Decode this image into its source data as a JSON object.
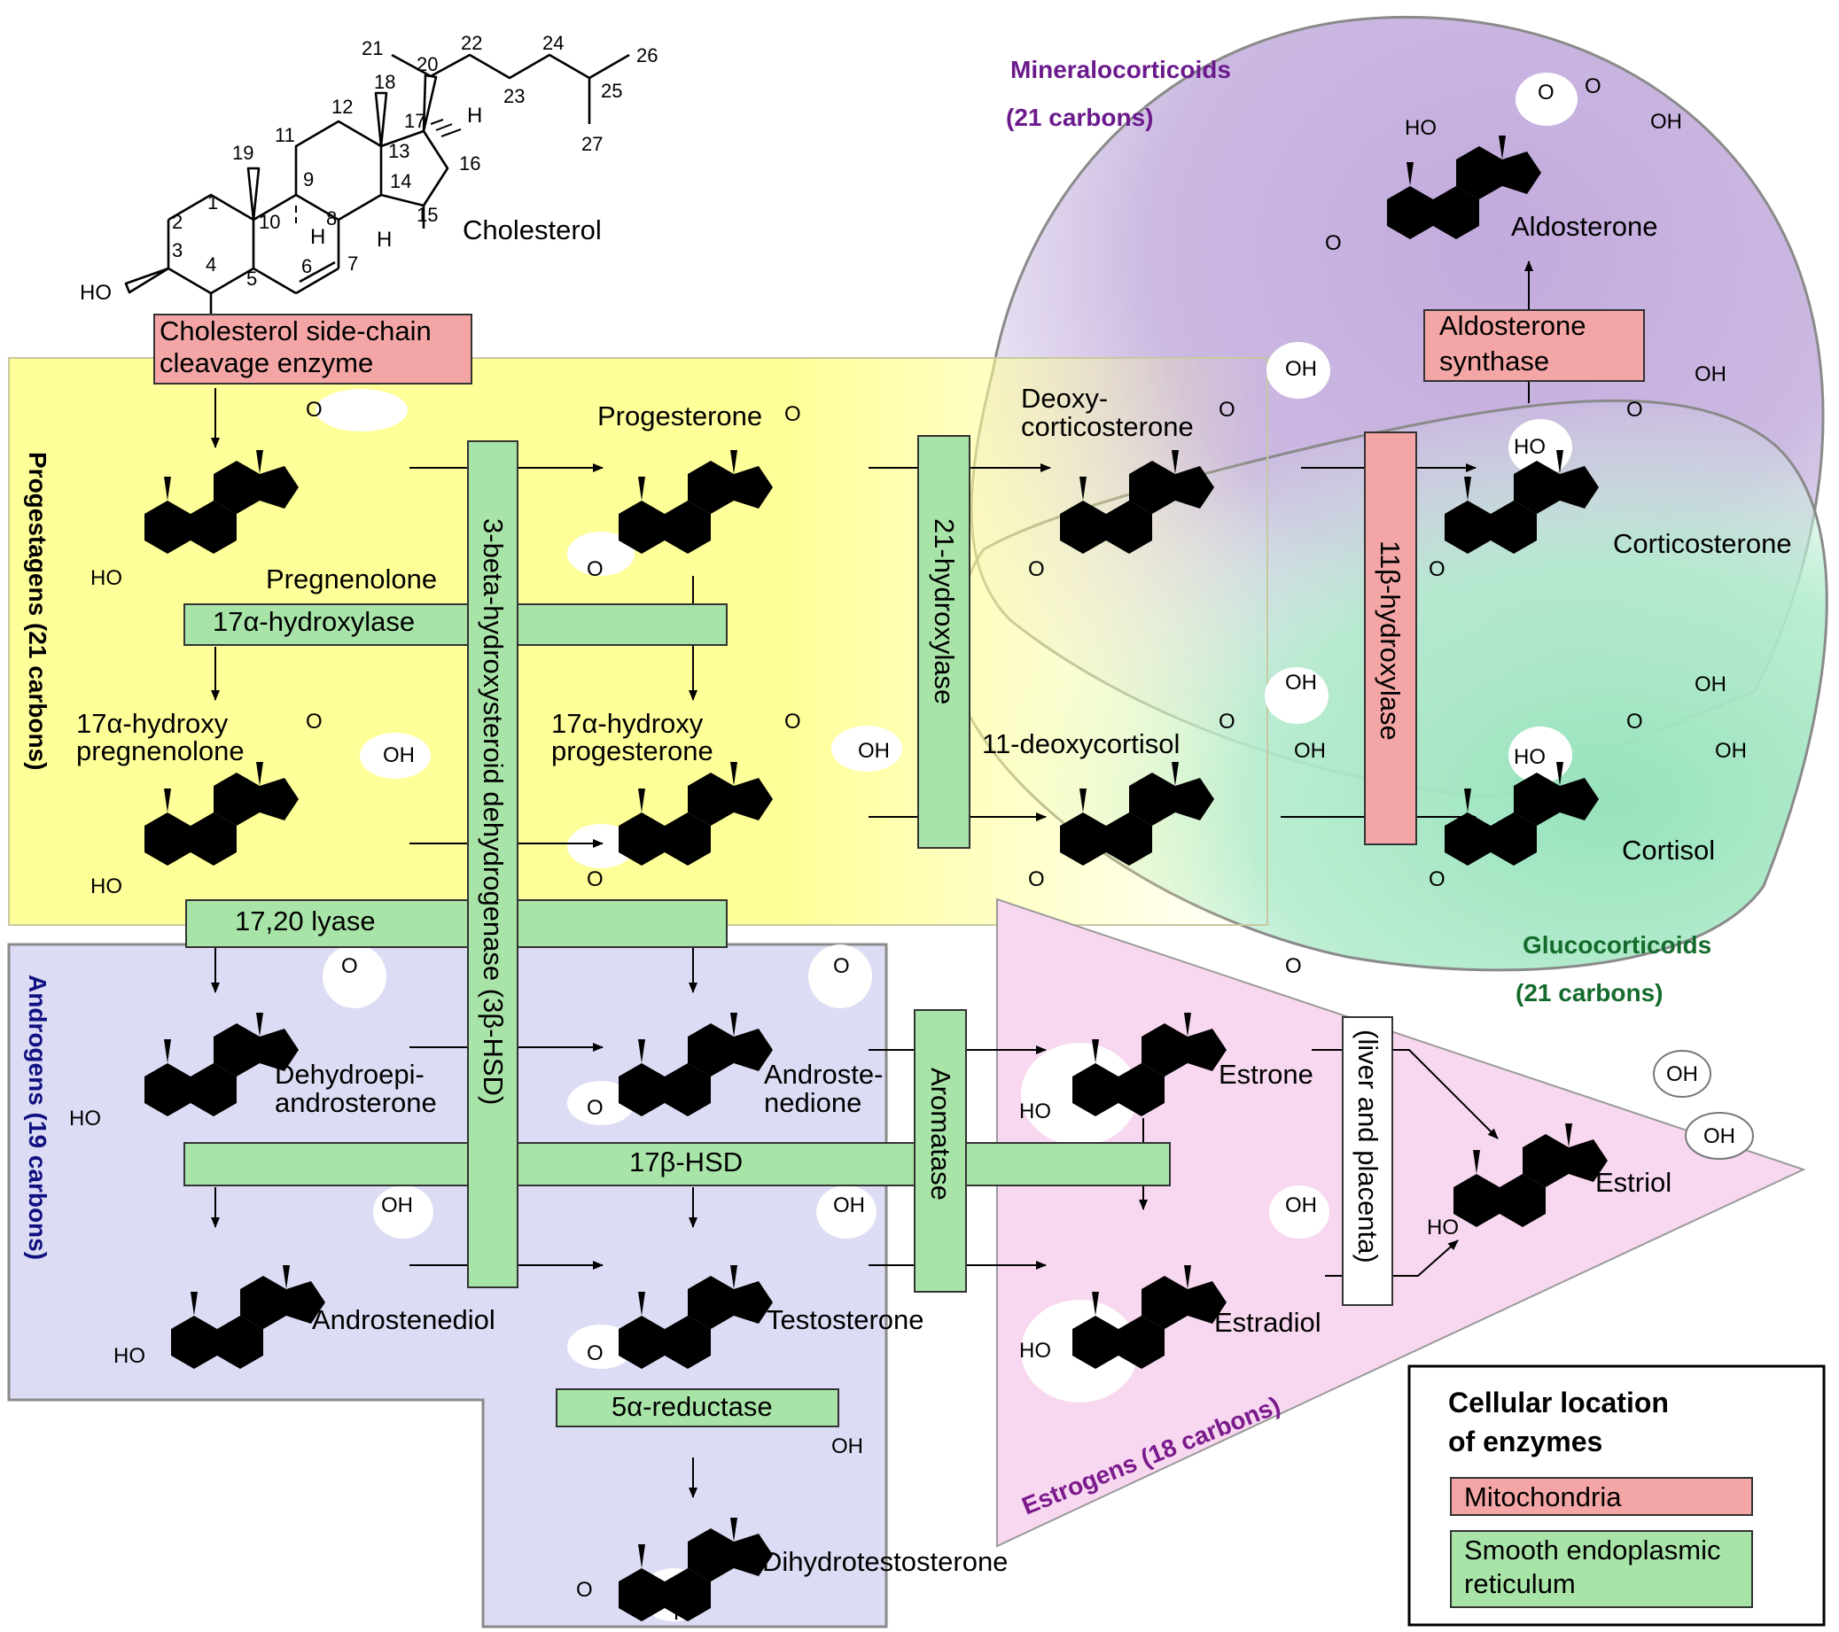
{
  "colors": {
    "mitochondria": "#f4a5a5",
    "smooth_er": "#a8e4a8",
    "progestagen_bg": "#ffff99",
    "androgen_bg": "#dcdcf5",
    "estrogen_bg": "#f8d8f0",
    "mineralo_bg": "#c7b1de",
    "gluco_bg": "#a8e8c4",
    "mineralo_text": "#6b1a8c",
    "androgen_text": "#101080",
    "estrogen_text": "#7a1a8c",
    "gluco_text": "#146b2c"
  },
  "classes": {
    "progestagens": "Progestagens (21 carbons)",
    "androgens": "Androgens (19 carbons)",
    "estrogens": "Estrogens (18 carbons)",
    "mineralocorticoids_1": "Mineralocorticoids",
    "mineralocorticoids_2": "(21 carbons)",
    "glucocorticoids_1": "Glucocorticoids",
    "glucocorticoids_2": "(21 carbons)"
  },
  "compounds": {
    "cholesterol": "Cholesterol",
    "pregnenolone": "Pregnenolone",
    "progesterone": "Progesterone",
    "deoxycorticosterone_1": "Deoxy-",
    "deoxycorticosterone_2": "corticosterone",
    "corticosterone": "Corticosterone",
    "aldosterone": "Aldosterone",
    "hydroxypregnenolone_1": "17α-hydroxy",
    "hydroxypregnenolone_2": "pregnenolone",
    "hydroxyprogesterone_1": "17α-hydroxy",
    "hydroxyprogesterone_2": "progesterone",
    "deoxycortisol": "11-deoxycortisol",
    "cortisol": "Cortisol",
    "dhea_1": "Dehydroepi-",
    "dhea_2": "androsterone",
    "androstenedione_1": "Androste-",
    "androstenedione_2": "nedione",
    "estrone": "Estrone",
    "estriol": "Estriol",
    "androstenediol": "Androstenediol",
    "testosterone": "Testosterone",
    "estradiol": "Estradiol",
    "dht": "Dihydrotestosterone"
  },
  "enzymes": {
    "scc_1": "Cholesterol side-chain",
    "scc_2": "cleavage enzyme",
    "hydroxylase17": "17α-hydroxylase",
    "hsd3b": "3-beta-hydroxysteroid dehydrogenase (3β-HSD)",
    "hydroxylase21": "21-hydroxylase",
    "hydroxylase11b": "11β-hydroxylase",
    "aldosterone_synthase_1": "Aldosterone",
    "aldosterone_synthase_2": "synthase",
    "lyase": "17,20 lyase",
    "hsd17b": "17β-HSD",
    "aromatase": "Aromatase",
    "reductase": "5α-reductase",
    "liver_placenta": "(liver and placenta)"
  },
  "atom_labels": {
    "ho": "HO",
    "oh": "OH",
    "o": "O",
    "h": "H"
  },
  "carbon_numbers": [
    "1",
    "2",
    "3",
    "4",
    "5",
    "6",
    "7",
    "8",
    "9",
    "10",
    "11",
    "12",
    "13",
    "14",
    "15",
    "16",
    "17",
    "18",
    "19",
    "20",
    "21",
    "22",
    "23",
    "24",
    "25",
    "26",
    "27"
  ],
  "legend": {
    "title_1": "Cellular location",
    "title_2": "of enzymes",
    "mitochondria": "Mitochondria",
    "ser_1": "Smooth endoplasmic",
    "ser_2": "reticulum"
  }
}
